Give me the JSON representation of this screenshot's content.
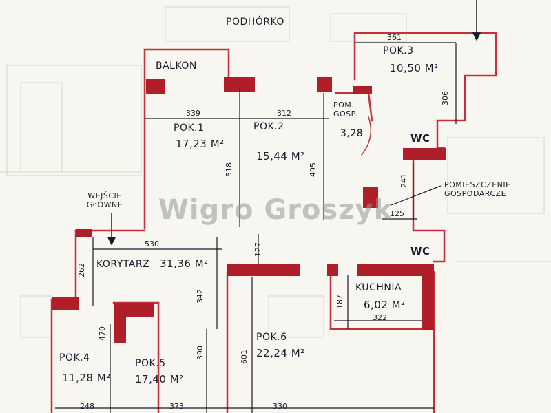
{
  "street": "PODHÓRKO",
  "watermark": "Wigro Groszyk",
  "entrance_label": "WEJŚCIE GŁÓWNE",
  "rooms": {
    "balkon": "BALKON",
    "pok1": {
      "name": "POK.1",
      "area": "17,23 M²"
    },
    "pok2": {
      "name": "POK.2",
      "area": "15,44 M²"
    },
    "pom_gosp": {
      "name": "POM. GOSP.",
      "area": "3,28"
    },
    "pok3": {
      "name": "POK.3",
      "area": "10,50 M²"
    },
    "wc_upper": "WC",
    "wc_lower": "WC",
    "pomieszczenie": "POMIESZCZENIE GOSPODARCZE",
    "korytarz": {
      "name": "KORYTARZ",
      "area": "31,36 M²"
    },
    "kuchnia": {
      "name": "KUCHNIA",
      "area": "6,02 M²"
    },
    "pok4": {
      "name": "POK.4",
      "area": "11,28 M²"
    },
    "pok5": {
      "name": "POK.5",
      "area": "17,40 M²"
    },
    "pok6": {
      "name": "POK.6",
      "area": "22,24 M²"
    }
  },
  "dimensions": {
    "d361": "361",
    "d306": "306",
    "d339": "339",
    "d312": "312",
    "d518": "518",
    "d495": "495",
    "d241": "241",
    "d125": "125",
    "d530": "530",
    "d127": "127",
    "d262": "262",
    "d342": "342",
    "d187": "187",
    "d322": "322",
    "d470": "470",
    "d390": "390",
    "d601": "601",
    "d248": "248",
    "d373": "373",
    "d330": "330"
  },
  "colors": {
    "wall": "#c5303a",
    "wall_solid": "#b01e2a",
    "ink": "#1a1a2a",
    "background": "#f7f6f1"
  }
}
